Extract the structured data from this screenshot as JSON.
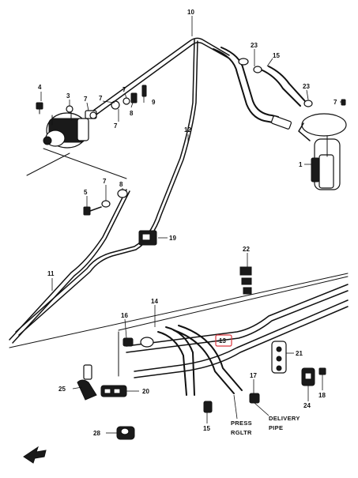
{
  "callouts": {
    "c1": "1",
    "c3": "3",
    "c4": "4",
    "c5": "5",
    "c7": "7",
    "c8": "8",
    "c9": "9",
    "c10": "10",
    "c11": "11",
    "c12": "12",
    "c13": "13",
    "c14": "14",
    "c15": "15",
    "c16": "16",
    "c17": "17",
    "c18": "18",
    "c19": "19",
    "c20": "20",
    "c21": "21",
    "c22": "22",
    "c23": "23",
    "c24": "24",
    "c25": "25",
    "c28": "28"
  },
  "notes": {
    "press_line1": "PRESS",
    "press_line2": "RGLTR",
    "delivery_line1": "DELIVERY",
    "delivery_line2": "PIPE"
  },
  "colors": {
    "ink": "#111111",
    "background": "#ffffff",
    "highlight_box": "#d9363e"
  }
}
